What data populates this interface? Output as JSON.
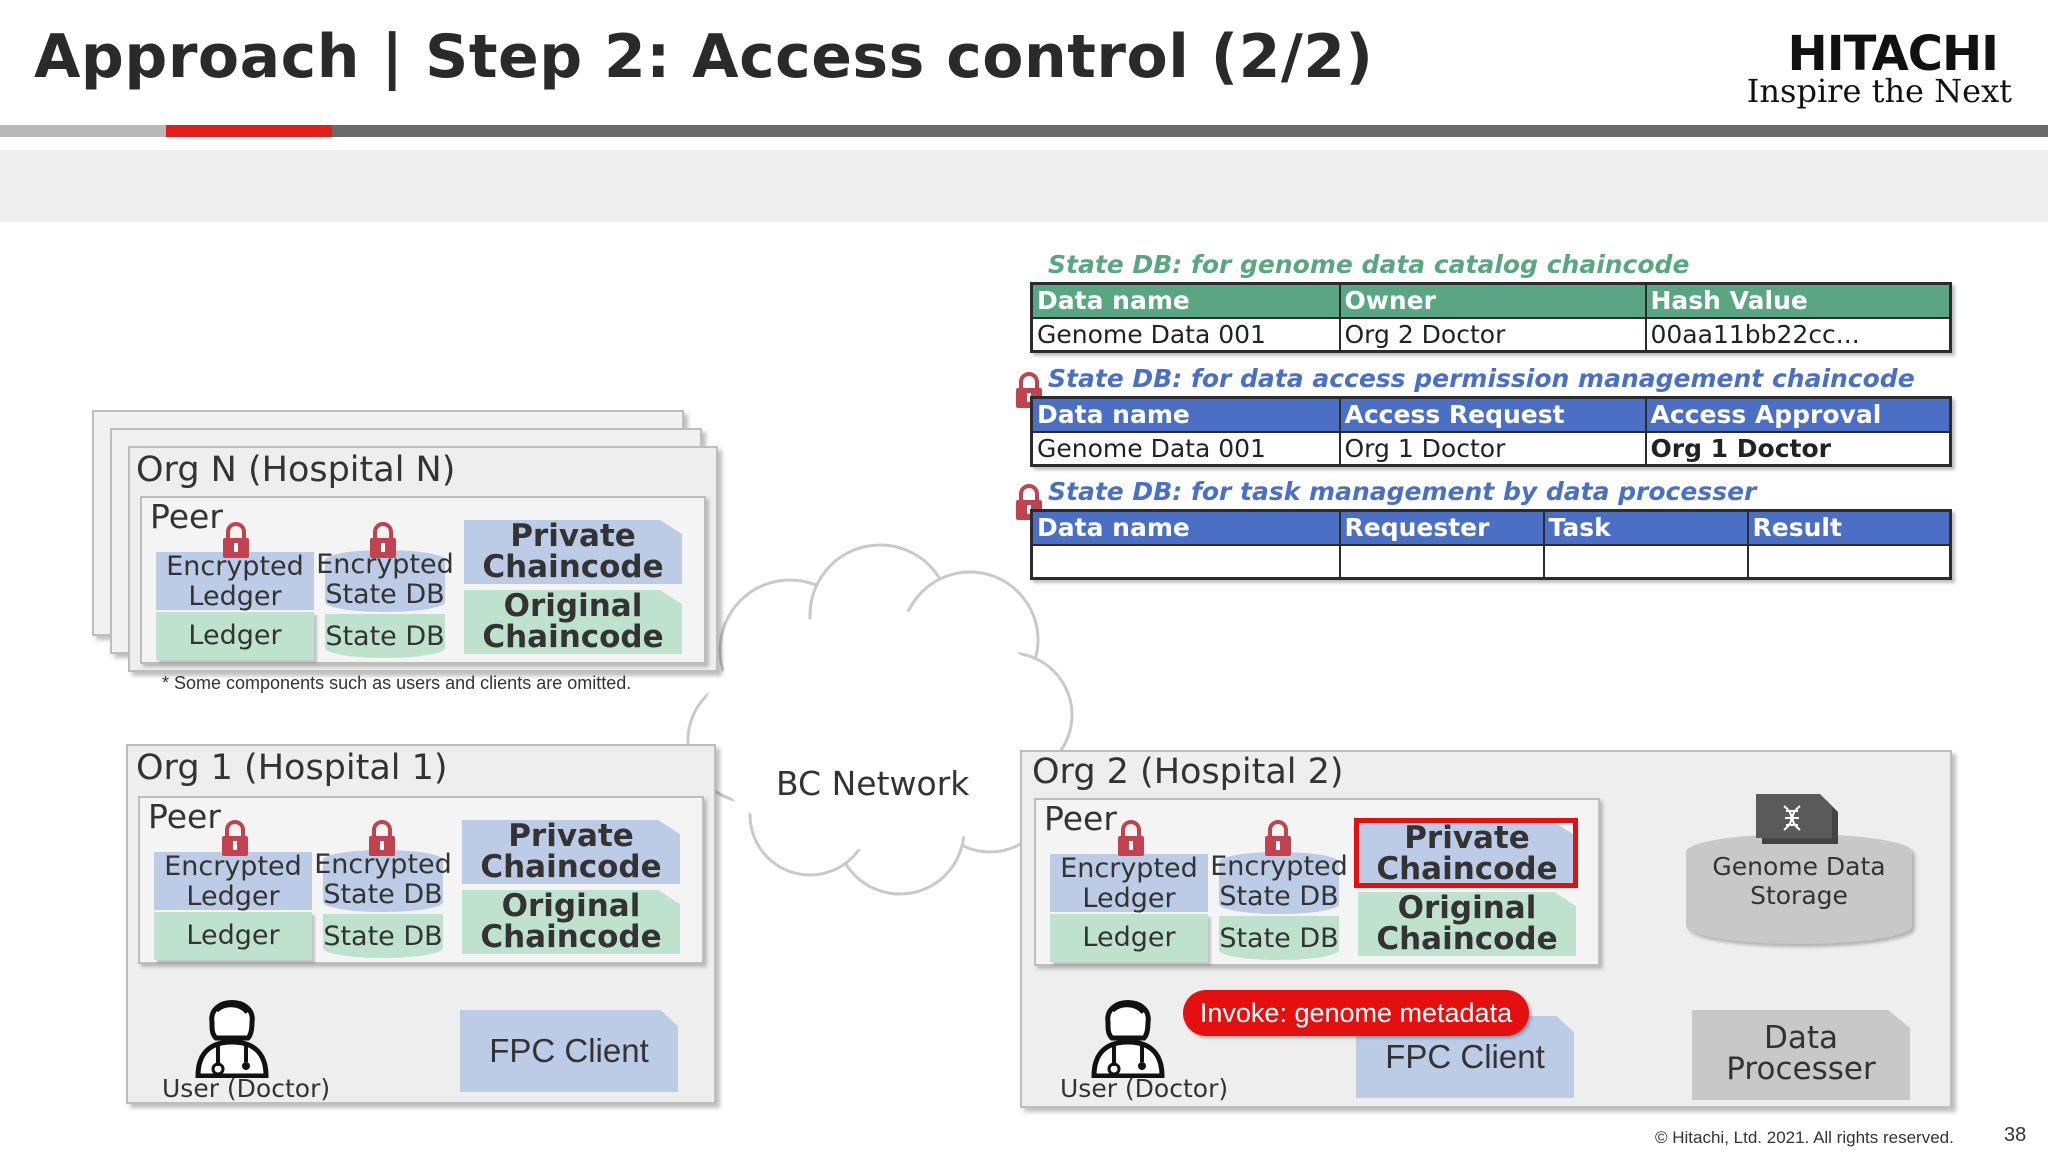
{
  "header": {
    "title": "Approach | Step 2: Access control (2/2)",
    "logo_brand": "HITACHI",
    "logo_tagline": "Inspire the Next"
  },
  "orgN": {
    "label": "Org N (Hospital N)",
    "peer_label": "Peer",
    "ledger_top": "Encrypted Ledger",
    "ledger_bottom": "Ledger",
    "statedb_top": "Encrypted State DB",
    "statedb_bottom": "State DB",
    "private_cc": "Private Chaincode",
    "original_cc": "Original Chaincode",
    "footnote": "* Some components such as users and clients are omitted."
  },
  "org1": {
    "label": "Org 1 (Hospital 1)",
    "peer_label": "Peer",
    "ledger_top": "Encrypted Ledger",
    "ledger_bottom": "Ledger",
    "statedb_top": "Encrypted State DB",
    "statedb_bottom": "State DB",
    "private_cc": "Private Chaincode",
    "original_cc": "Original Chaincode",
    "fpc_client": "FPC Client",
    "user_label": "User (Doctor)"
  },
  "network": {
    "label": "BC Network"
  },
  "org2": {
    "label": "Org 2 (Hospital 2)",
    "peer_label": "Peer",
    "ledger_top": "Encrypted Ledger",
    "ledger_bottom": "Ledger",
    "statedb_top": "Encrypted State DB",
    "statedb_bottom": "State DB",
    "private_cc": "Private Chaincode",
    "original_cc": "Original Chaincode",
    "fpc_client": "FPC Client",
    "user_label": "User (Doctor)",
    "storage": "Genome Data Storage",
    "processor": "Data Processer",
    "invoke_callout": "Invoke: genome metadata"
  },
  "tables": {
    "catalog": {
      "caption": "State DB: for genome data catalog chaincode",
      "headers": [
        "Data name",
        "Owner",
        "Hash Value"
      ],
      "row": [
        "Genome Data 001",
        "Org 2 Doctor",
        "00aa11bb22cc..."
      ]
    },
    "permission": {
      "caption": "State DB: for data access permission management chaincode",
      "headers": [
        "Data name",
        "Access Request",
        "Access Approval"
      ],
      "row": [
        "Genome Data 001",
        "Org 1 Doctor",
        "Org 1 Doctor"
      ]
    },
    "task": {
      "caption": "State DB: for task management by data processer",
      "headers": [
        "Data name",
        "Requester",
        "Task",
        "Result"
      ],
      "row": [
        "",
        "",
        "",
        ""
      ]
    }
  },
  "colors": {
    "accent_red": "#e41010",
    "table_green": "#5ba682",
    "table_blue": "#4a6fc4",
    "private_cc": "#bccbe6",
    "original_cc": "#bfe2cf"
  },
  "footer": {
    "copyright": "© Hitachi, Ltd. 2021. All rights reserved.",
    "page_number": "38"
  }
}
